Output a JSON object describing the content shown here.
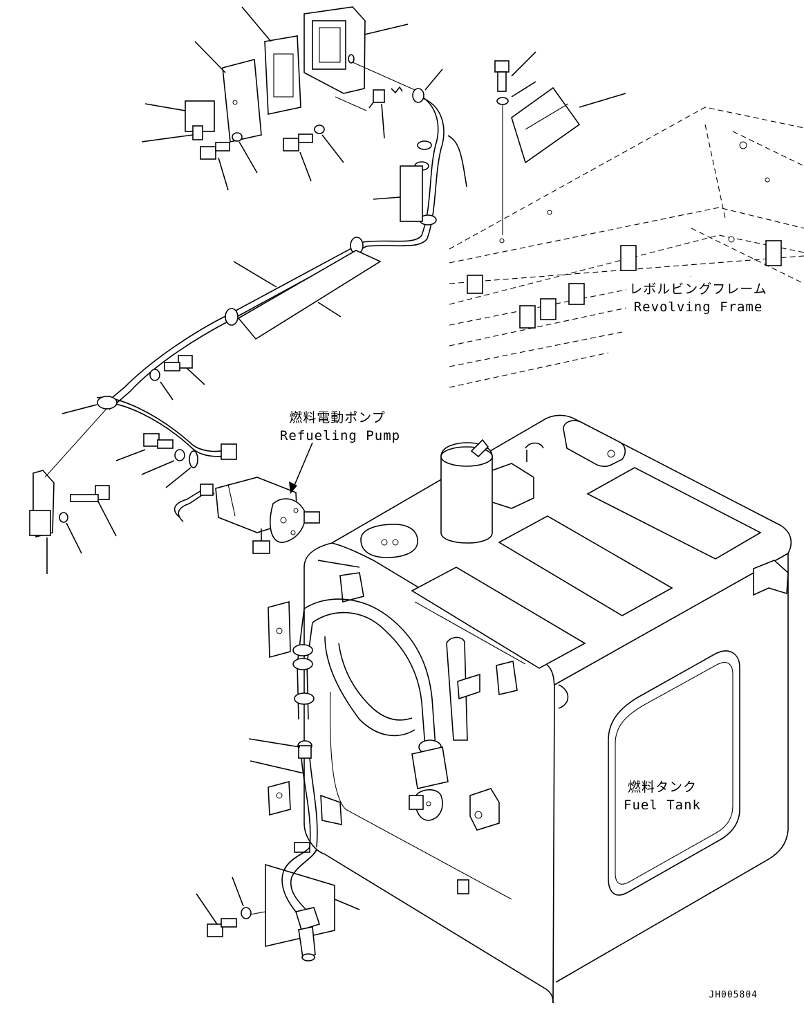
{
  "labels": {
    "revolving_frame_jp": "レボルビングフレーム",
    "revolving_frame_en": "Revolving Frame",
    "refueling_pump_jp": "燃料電動ポンプ",
    "refueling_pump_en": "Refueling Pump",
    "fuel_tank_jp": "燃料タンク",
    "fuel_tank_en": "Fuel Tank",
    "drawing_number": "JH005804"
  }
}
